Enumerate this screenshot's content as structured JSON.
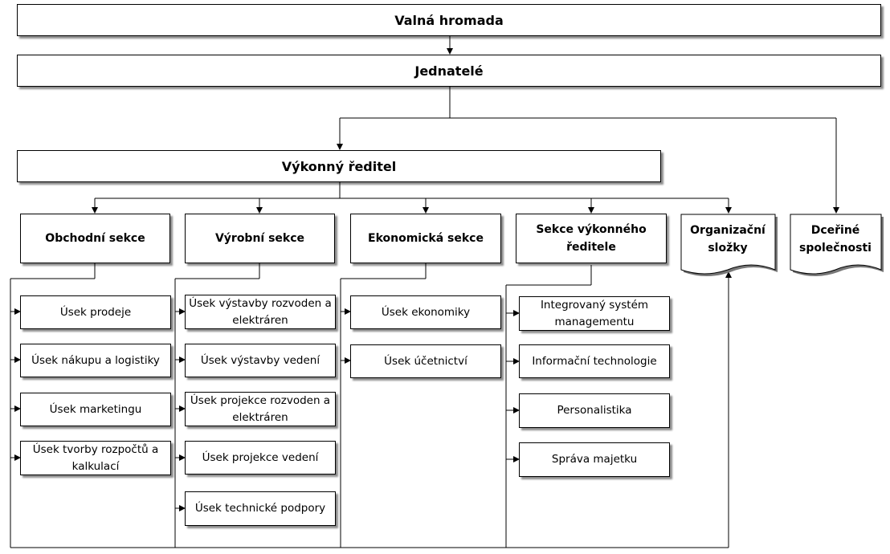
{
  "top": {
    "general_meeting": "Valná hromada",
    "executives": "Jednatelé",
    "director": "Výkonný ředitel"
  },
  "sections": {
    "commercial": "Obchodní sekce",
    "production": "Výrobní sekce",
    "economic": "Ekonomická sekce",
    "director_section": "Sekce výkonného ředitele",
    "branches": "Organizační složky",
    "subsidiaries": "Dceřiné společnosti"
  },
  "units": {
    "commercial": [
      "Úsek prodeje",
      "Úsek nákupu a logistiky",
      "Úsek marketingu",
      "Úsek tvorby rozpočtů a kalkulací"
    ],
    "production": [
      "Úsek výstavby rozvoden a elektráren",
      "Úsek výstavby vedení",
      "Úsek projekce rozvoden a elektráren",
      "Úsek projekce vedení",
      "Úsek technické podpory"
    ],
    "economic": [
      "Úsek ekonomiky",
      "Úsek účetnictví"
    ],
    "director_section": [
      "Integrovaný systém managementu",
      "Informační technologie",
      "Personalistika",
      "Správa majetku"
    ]
  }
}
